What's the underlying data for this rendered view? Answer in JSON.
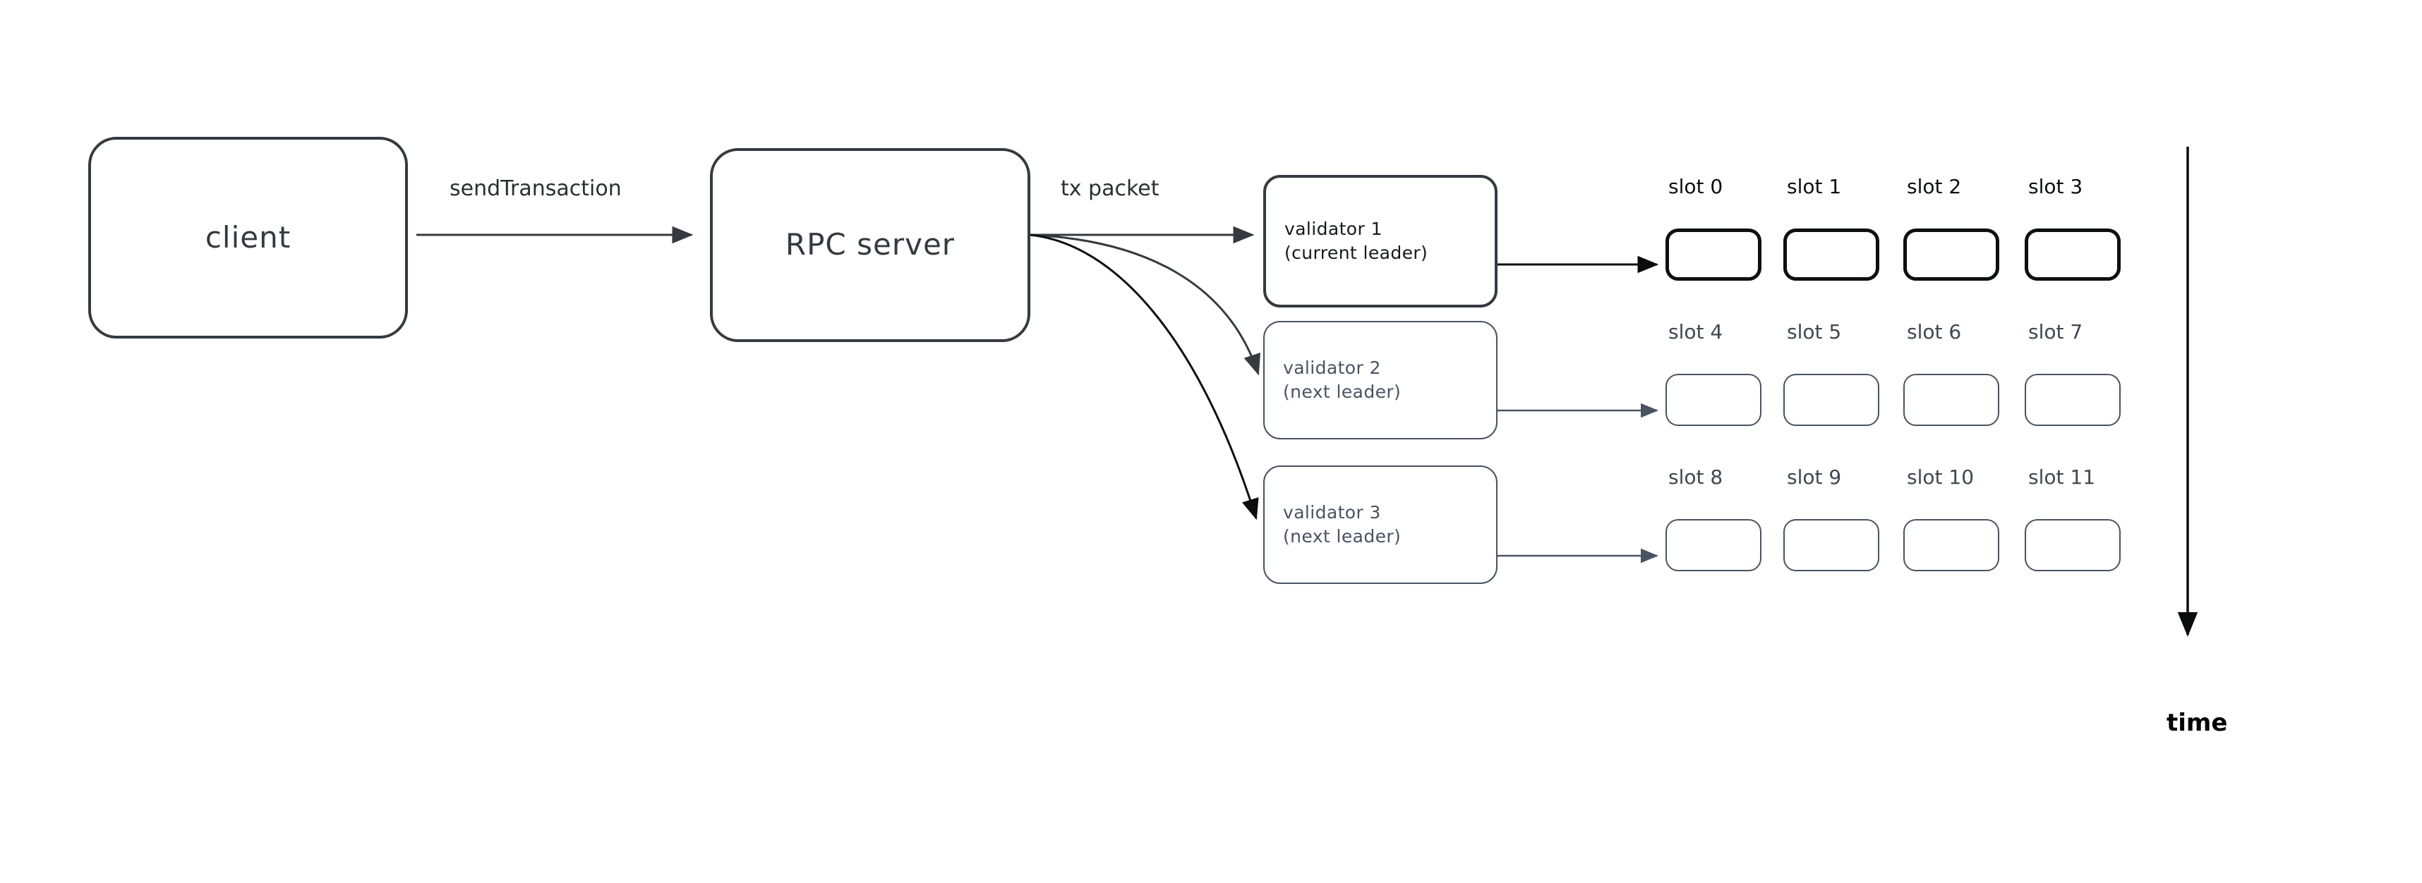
{
  "diagram": {
    "title": "Solana transaction forwarding to leader validators",
    "background": "#ffffff",
    "ink_dark": "#343a40",
    "ink_black": "#0d0f10",
    "ink_soft": "#495361"
  },
  "nodes": {
    "client": {
      "label": "client"
    },
    "rpc_server": {
      "label": "RPC server"
    },
    "validators": [
      {
        "name": "validator 1",
        "role": "(current leader)",
        "emphasis": "strong"
      },
      {
        "name": "validator 2",
        "role": "(next leader)",
        "emphasis": "soft"
      },
      {
        "name": "validator 3",
        "role": "(next leader)",
        "emphasis": "soft"
      }
    ]
  },
  "edges": {
    "client_to_rpc": {
      "label": "sendTransaction"
    },
    "rpc_to_validators": {
      "label": "tx packet"
    }
  },
  "slots": {
    "rows": [
      {
        "emphasis": "strong",
        "cells": [
          "slot 0",
          "slot 1",
          "slot 2",
          "slot 3"
        ]
      },
      {
        "emphasis": "soft",
        "cells": [
          "slot 4",
          "slot 5",
          "slot 6",
          "slot 7"
        ]
      },
      {
        "emphasis": "soft",
        "cells": [
          "slot 8",
          "slot 9",
          "slot 10",
          "slot 11"
        ]
      }
    ]
  },
  "time_axis": {
    "label": "time",
    "direction": "downward"
  }
}
